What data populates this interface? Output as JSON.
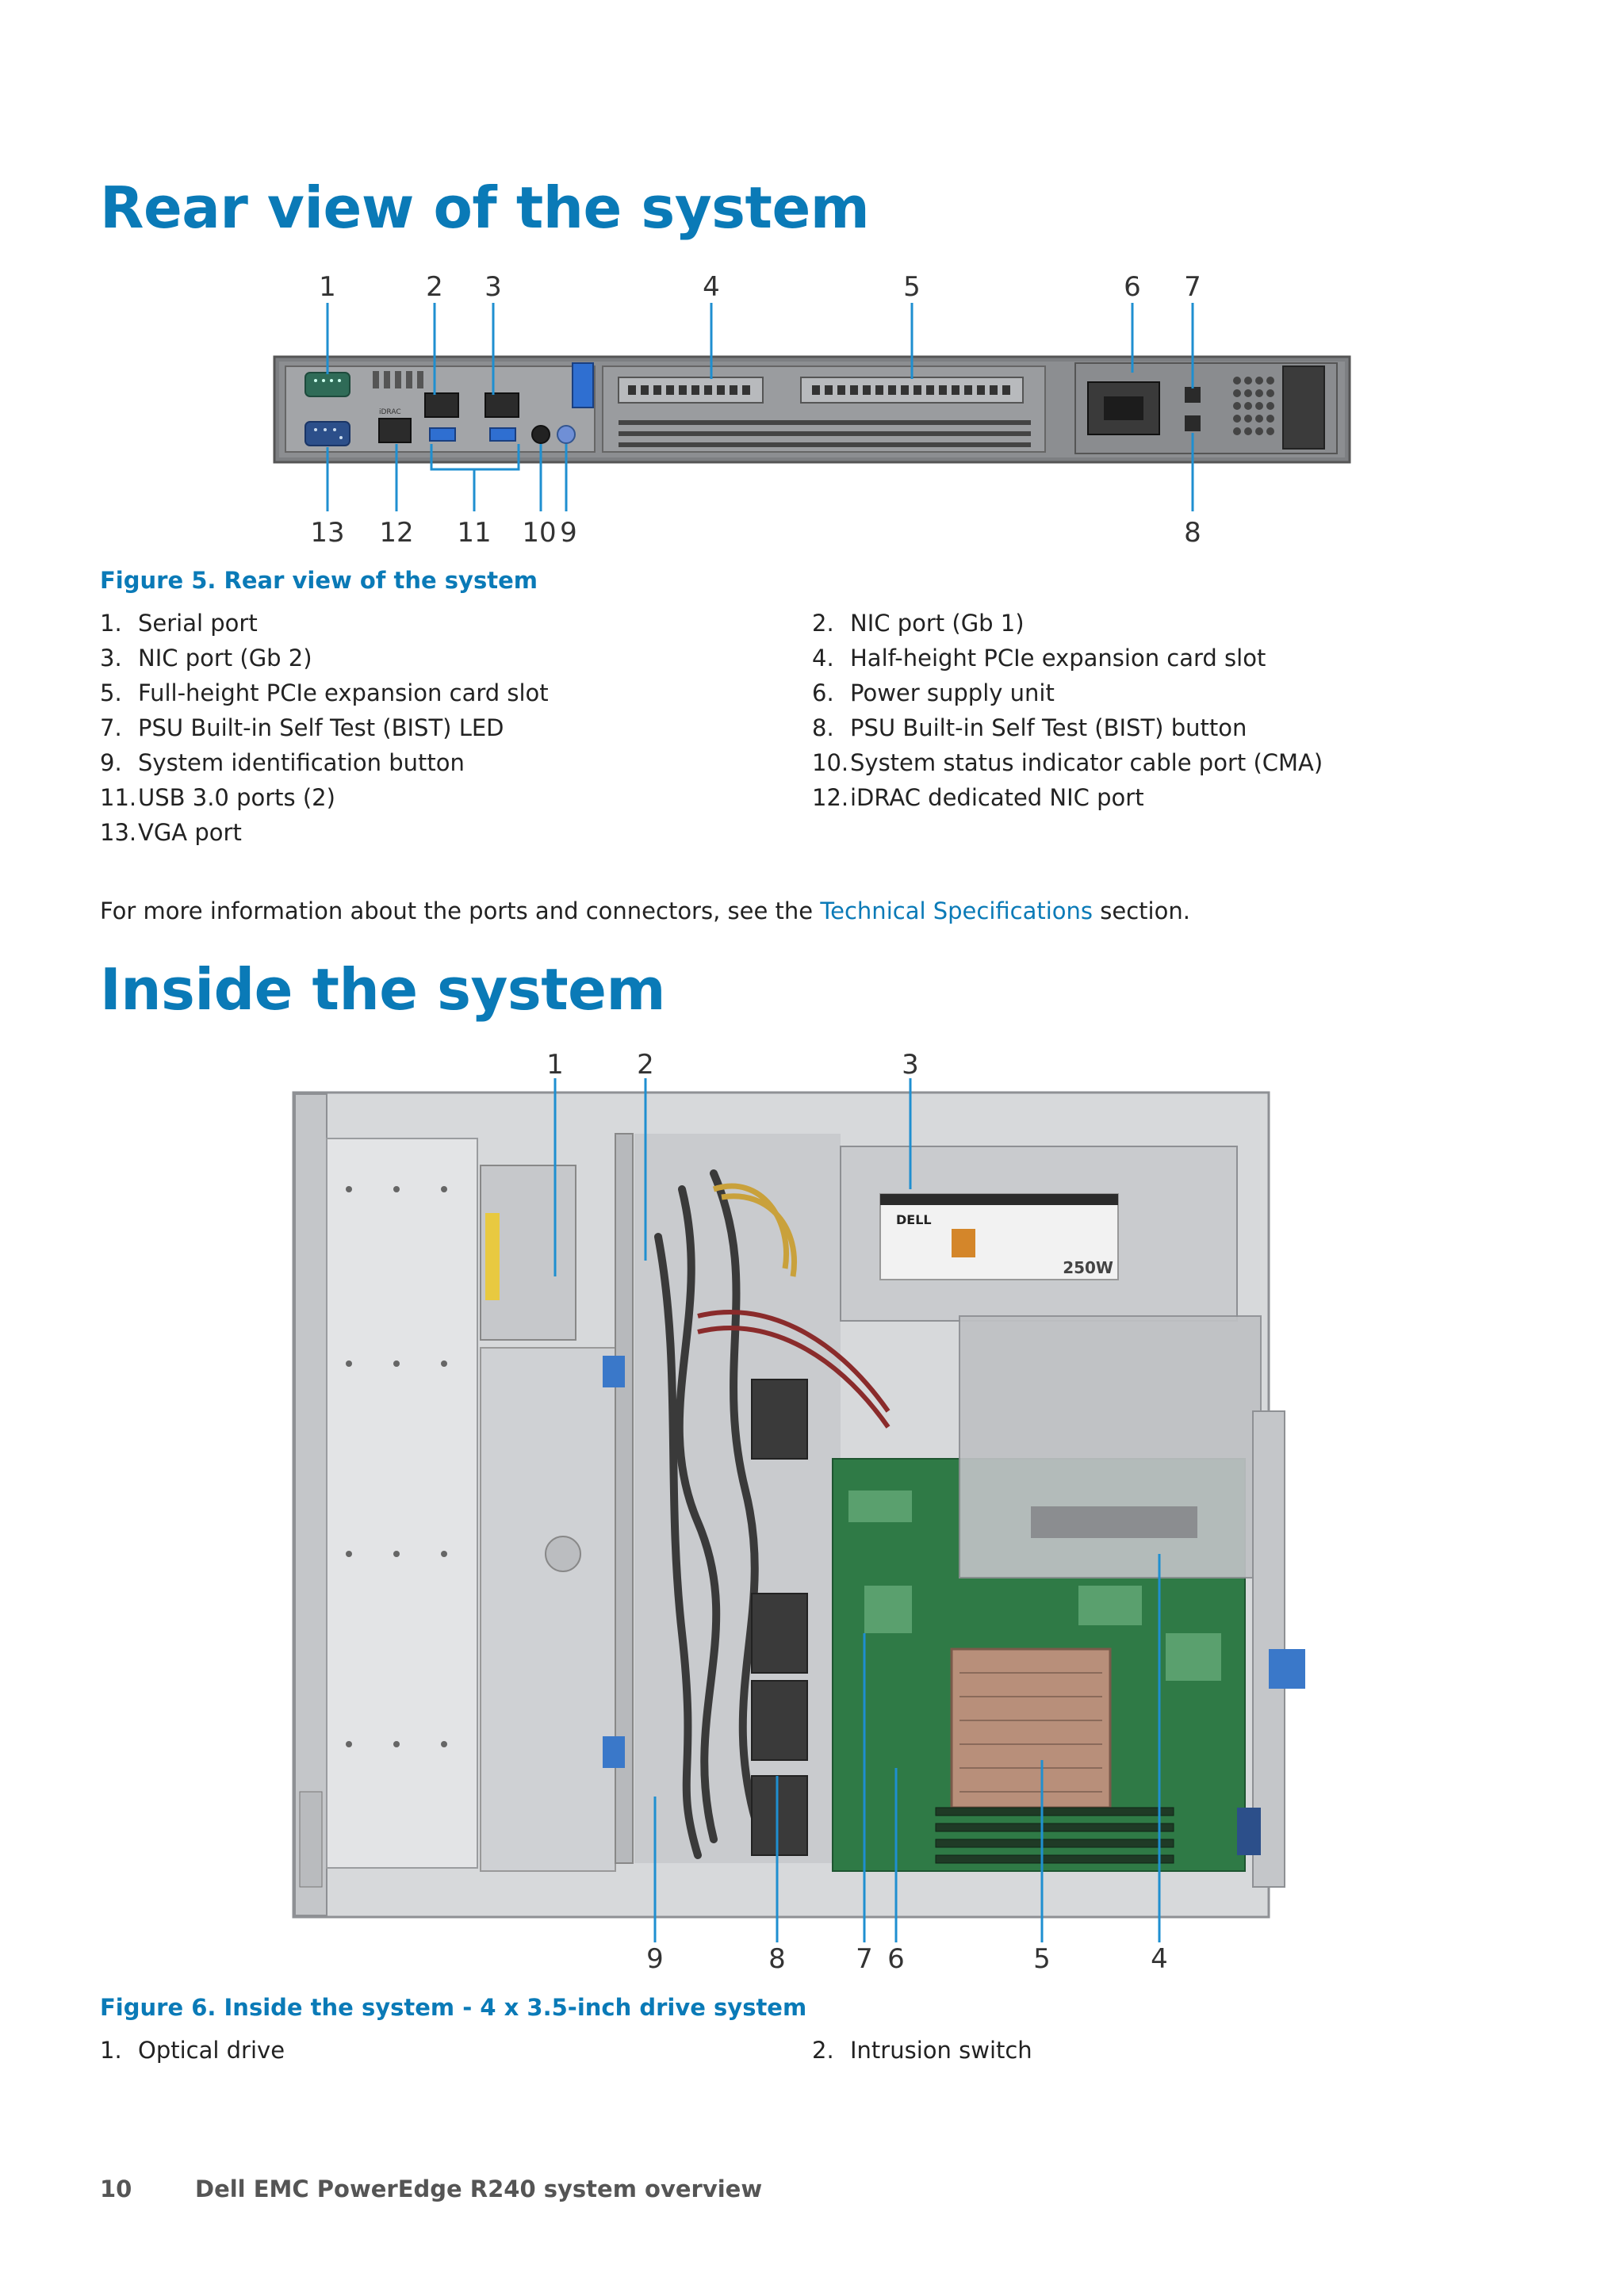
{
  "section1": {
    "title": "Rear view of the system",
    "figure_caption": "Figure 5. Rear view of the system",
    "callouts_top": [
      "1",
      "2",
      "3",
      "4",
      "5",
      "6",
      "7"
    ],
    "callouts_bottom": [
      "13",
      "12",
      "11",
      "10",
      "9",
      "8"
    ],
    "items": [
      {
        "num": "1.",
        "text": "Serial port"
      },
      {
        "num": "2.",
        "text": "NIC port (Gb 1)"
      },
      {
        "num": "3.",
        "text": "NIC port (Gb 2)"
      },
      {
        "num": "4.",
        "text": "Half-height PCIe expansion card slot"
      },
      {
        "num": "5.",
        "text": "Full-height PCIe expansion card slot"
      },
      {
        "num": "6.",
        "text": "Power supply unit"
      },
      {
        "num": "7.",
        "text": "PSU Built-in Self Test (BIST) LED"
      },
      {
        "num": "8.",
        "text": "PSU Built-in Self Test (BIST) button"
      },
      {
        "num": "9.",
        "text": "System identification button"
      },
      {
        "num": "10.",
        "text": "System status indicator cable port (CMA)"
      },
      {
        "num": "11.",
        "text": "USB 3.0 ports (2)"
      },
      {
        "num": "12.",
        "text": "iDRAC dedicated NIC port"
      },
      {
        "num": "13.",
        "text": "VGA port"
      }
    ],
    "info_prefix": "For more information about the ports and connectors, see the ",
    "info_link": "Technical Specifications",
    "info_suffix": " section.",
    "panel_labels": {
      "idrac": "iDRAC"
    }
  },
  "section2": {
    "title": "Inside the system",
    "figure_caption": "Figure 6. Inside the system - 4 x 3.5-inch drive system",
    "callouts_top": [
      "1",
      "2",
      "3"
    ],
    "callouts_bottom": [
      "9",
      "8",
      "7",
      "6",
      "5",
      "4"
    ],
    "items": [
      {
        "num": "1.",
        "text": "Optical drive"
      },
      {
        "num": "2.",
        "text": "Intrusion switch"
      }
    ],
    "psu_brand": "DELL",
    "psu_wattage": "250W"
  },
  "footer": {
    "page_number": "10",
    "doc_title": "Dell EMC PowerEdge R240 system overview"
  }
}
